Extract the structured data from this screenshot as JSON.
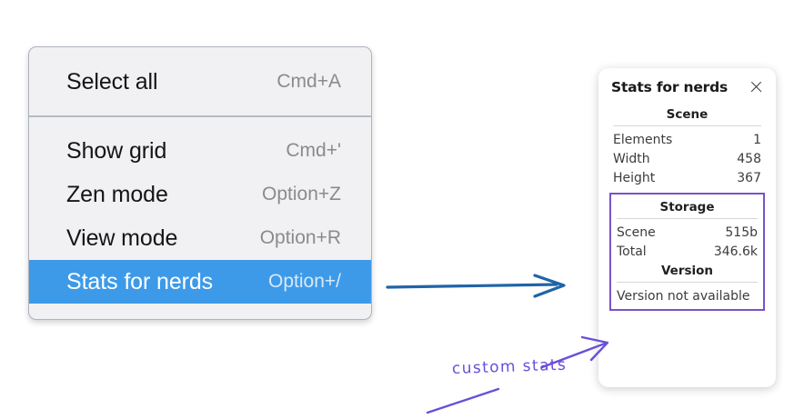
{
  "context_menu": {
    "name": "canvas-context-menu",
    "groups": [
      {
        "items": [
          {
            "label": "Select all",
            "shortcut": "Cmd+A",
            "selected": false
          }
        ]
      },
      {
        "items": [
          {
            "label": "Show grid",
            "shortcut": "Cmd+'",
            "selected": false
          },
          {
            "label": "Zen mode",
            "shortcut": "Option+Z",
            "selected": false
          },
          {
            "label": "View mode",
            "shortcut": "Option+R",
            "selected": false
          },
          {
            "label": "Stats for nerds",
            "shortcut": "Option+/",
            "selected": true
          }
        ]
      }
    ],
    "highlight_color": "#3d9ae8",
    "background_color": "#f1f1f3",
    "border_color": "#adb3bd"
  },
  "stats_panel": {
    "title": "Stats for nerds",
    "close_icon": "close-icon",
    "sections": [
      {
        "heading": "Scene",
        "highlighted": false,
        "rows": [
          {
            "key": "Elements",
            "value": "1"
          },
          {
            "key": "Width",
            "value": "458"
          },
          {
            "key": "Height",
            "value": "367"
          }
        ]
      },
      {
        "heading": "Storage",
        "highlighted": true,
        "rows": [
          {
            "key": "Scene",
            "value": "515b"
          },
          {
            "key": "Total",
            "value": "346.6k"
          }
        ]
      },
      {
        "heading": "Version",
        "highlighted": true,
        "rows": [],
        "note": "Version not available"
      }
    ],
    "highlight_border_color": "#7b52c7"
  },
  "annotations": {
    "handwritten_label": "custom stats",
    "handwriting_color": "#6b4fd8",
    "blue_arrow_color": "#1f64a8"
  }
}
